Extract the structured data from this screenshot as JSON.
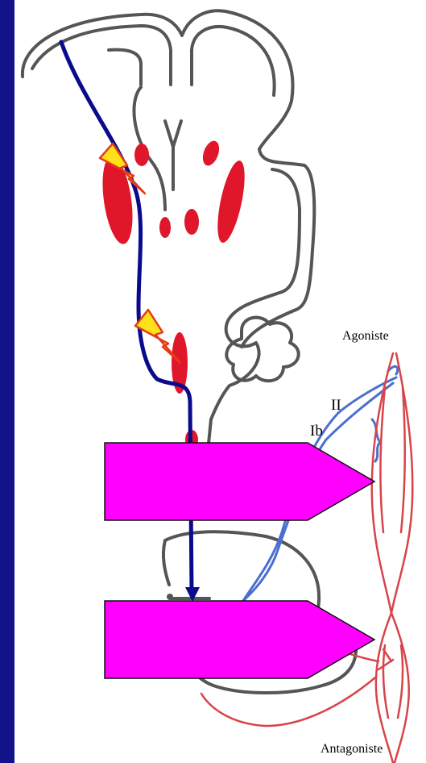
{
  "labels": {
    "agonist": "Agoniste",
    "antagonist": "Antagoniste",
    "fiber_ii": "II",
    "fiber_ib": "Ib"
  },
  "icons": [
    "lightning-bolt-icon",
    "lightning-bolt-icon",
    "arrowhead-icon"
  ],
  "colors": {
    "background": "#12128a",
    "panel": "#ffffff",
    "outline": "#555555",
    "nuclei": "#e0162b",
    "pathway": "#0a0a8c",
    "afferent": "#4a6fd0",
    "muscle": "#d9434a",
    "callout": "#ff00ff",
    "bolt_fill": "#ffe11a",
    "bolt_stroke": "#e53a1a"
  }
}
